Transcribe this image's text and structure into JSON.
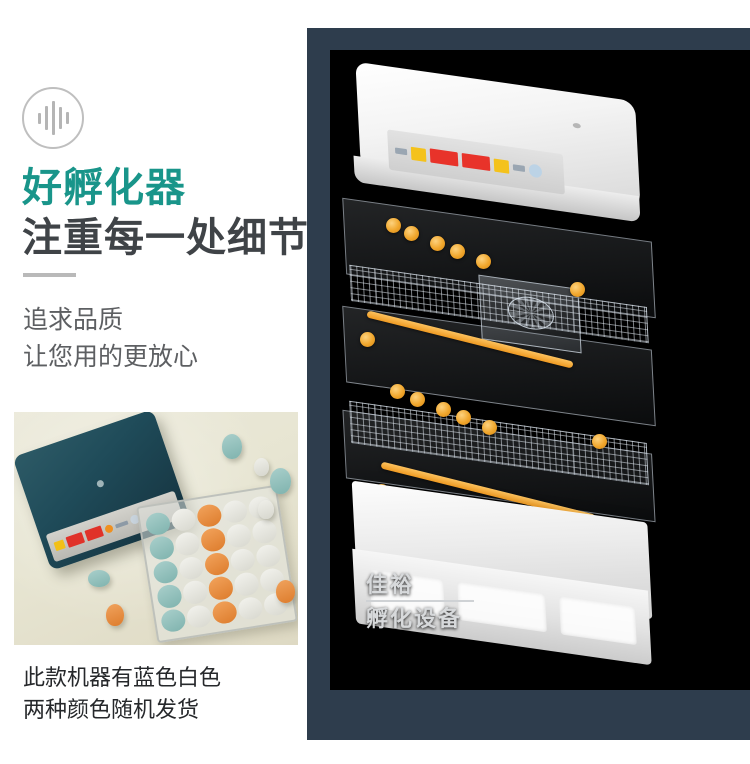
{
  "left": {
    "icon_name": "sound-wave-icon",
    "headline_1": "好孵化器",
    "headline_2": "注重每一处细节",
    "subtext_line_1": "追求品质",
    "subtext_line_2": "让您用的更放心",
    "caption_line_1": "此款机器有蓝色白色",
    "caption_line_2": "两种颜色随机发货"
  },
  "photo": {
    "alt_name": "teal-incubator-with-egg-tray-photo",
    "background_color": "#e7e5d2",
    "unit_color": "#1f4b59"
  },
  "panel": {
    "alt_name": "exploded-view-white-incubator",
    "border_color": "#2e3d4d",
    "background_color": "#000000",
    "watermark_line_1": "佳裕",
    "watermark_line_2": "孵化设备"
  },
  "colors": {
    "teal_accent": "#19958a",
    "dark_text": "#3f4347",
    "sub_text": "#5d5f62",
    "caption_text": "#26282b",
    "panel_navy": "#2e3d4d",
    "roller_orange": "#ef9a22",
    "led_red": "#e8332a",
    "led_yellow": "#f4c21c"
  }
}
